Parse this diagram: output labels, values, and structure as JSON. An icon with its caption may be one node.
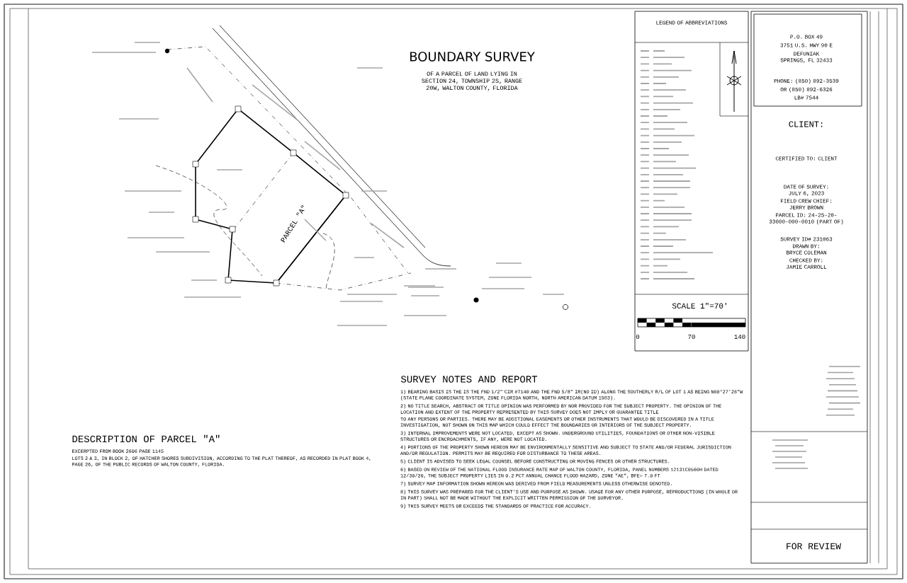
{
  "diagram": {
    "title": "BOUNDARY SURVEY",
    "labels": [
      "OF A PARCEL OF LAND LYING IN SECTION 24, TOWNSHIP 2S, RANGE 20W, WALTON COUNTY, FLORIDA",
      "PARCEL \"A\"",
      "LEGEND OF ABBREVIATIONS",
      "P.O. BOX 49",
      "3751 U.S. HWY 90 E",
      "DEFUNIAK SPRINGS, FL 32433",
      "PHONE: (850) 892-3539",
      "OR (850) 892-6326",
      "LB# 7544",
      "CLIENT:",
      "CERTIFIED TO: CLIENT",
      "DATE OF SURVEY: JULY 6, 2023",
      "FIELD CREW CHIEF: JERRY BROWN",
      "PARCEL ID: 24-2S-20-33000-000-0010 (PART OF)",
      "SURVEY ID# 231063",
      "DRAWN BY: BRYCE COLEMAN",
      "CHECKED BY: JAMIE CARROLL",
      "SCALE 1\"=70'",
      "0",
      "70",
      "140",
      "SURVEY NOTES AND REPORT",
      "1) BEARING BASIS IS THE IS THE FND 1/2\" CIR #7140 AND THE FND 5/8\" IR(NO ID) ALONG THE SOUTHERLY R/L OF LOT 1 AS BEING N60°27'26\"W (STATE PLANE COORDINATE SYSTEM, ZONE FLORIDA NORTH, NORTH AMERICAN DATUM 1983).",
      "2) NO TITLE SEARCH, ABSTRACT OR TITLE OPINION WAS PERFORMED BY NOR PROVIDED FOR THE SUBJECT PROPERTY. THE OPINION OF THE LOCATION AND EXTENT OF THE PROPERTY REPRESENTED BY THIS SURVEY DOES NOT IMPLY OR GUARANTEE TITLE",
      "TO ANY PERSONS OR PARTIES. THERE MAY BE ADDITIONAL EASEMENTS OR OTHER INSTRUMENTS THAT WOULD BE DISCOVERED IN A TITLE INVESTIGATION, NOT SHOWN ON THIS MAP WHICH COULD EFFECT THE BOUNDARIES OR INTERIORS OF THE SUBJECT PROPERTY.",
      "3) INTERNAL IMPROVEMENTS WERE NOT LOCATED, EXCEPT AS SHOWN. UNDERGROUND UTILITIES, FOUNDATIONS OR OTHER NON-VISIBLE STRUCTURES OR ENCROACHMENTS, IF ANY, WERE NOT LOCATED.",
      "4) PORTIONS OF THE PROPERTY SHOWN HEREON MAY BE ENVIRONMENTALLY SENSITIVE AND SUBJECT TO STATE AND/OR FEDERAL JURISDICTION AND/OR REGULATION. PERMITS MAY BE REQUIRED FOR DISTURBANCE TO THESE AREAS.",
      "5) CLIENT IS ADVISED TO SEEK LEGAL COUNSEL BEFORE CONSTRUCTING OR MOVING FENCES OR OTHER STRUCTURES.",
      "6) BASED ON REVIEW OF THE NATIONAL FLOOD INSURANCE RATE MAP OF WALTON COUNTY, FLORIDA, PANEL NUMBERS 12131C0560H DATED 12/30/20, THE SUBJECT PROPERTY LIES IN 0.2 PCT ANNUAL CHANCE FLOOD HAZARD, ZONE \"AE\", BFE= 7.0 FT",
      "7) SURVEY MAP INFORMATION SHOWN HEREON WAS DERIVED FROM FIELD MEASUREMENTS UNLESS OTHERWISE DENOTED.",
      "8) THIS SURVEY WAS PREPARED FOR THE CLIENT'S USE AND PURPOSE AS SHOWN. USAGE FOR ANY OTHER PURPOSE, REPRODUCTIONS (IN WHOLE OR IN PART) SHALL NOT BE MADE WITHOUT THE EXPLICIT WRITTEN PERMISSION OF THE SURVEYOR.",
      "9) THIS SURVEY MEETS OR EXCEEDS THE STANDARDS OF PRACTICE FOR ACCURACY.",
      "DESCRIPTION OF PARCEL \"A\"",
      "EXCERPTED FROM BOOK 2606 PAGE 1145",
      "LOTS 2 & 3, IN BLOCK 2, OF HATCHER SHORES SUBDIVISION, ACCORDING TO THE PLAT THEREOF, AS RECORDED IN PLAT BOOK 4, PAGE 26, OF THE PUBLIC RECORDS OF WALTON COUNTY, FLORIDA.",
      "FOR REVIEW"
    ]
  }
}
